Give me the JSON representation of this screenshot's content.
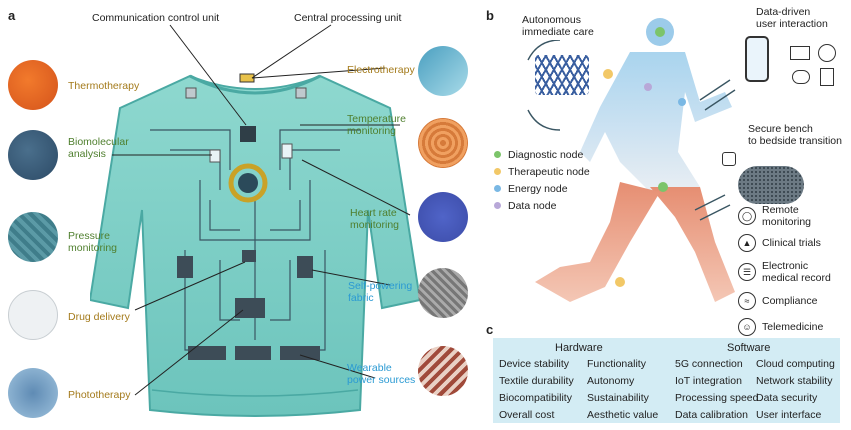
{
  "panels": {
    "a": "a",
    "b": "b",
    "c": "c"
  },
  "panel_a": {
    "top_labels": {
      "communication": "Communication control unit",
      "cpu": "Central processing unit"
    },
    "left_labels": {
      "thermotherapy": "Thermotherapy",
      "biomolecular_1": "Biomolecular",
      "biomolecular_2": "analysis",
      "pressure_1": "Pressure",
      "pressure_2": "monitoring",
      "drug": "Drug delivery",
      "photo": "Phototherapy"
    },
    "right_labels": {
      "electro": "Electrotherapy",
      "temp_1": "Temperature",
      "temp_2": "monitoring",
      "heart_1": "Heart rate",
      "heart_2": "monitoring",
      "selfpow_1": "Self-powering",
      "selfpow_2": "fabric",
      "wear_1": "Wearable",
      "wear_2": "power sources"
    },
    "colors": {
      "shirt": "#7fcfc6",
      "shirt_edge": "#4aa9a3",
      "circuit": "#3a5663",
      "label_olive": "#a47b1c",
      "label_green": "#4f7f2e",
      "label_blue": "#2b9ad3"
    }
  },
  "panel_b": {
    "care_1": "Autonomous",
    "care_2": "immediate care",
    "data_1": "Data-driven",
    "data_2": "user interaction",
    "secure_1": "Secure bench",
    "secure_2": "to bedside transition",
    "legend": [
      {
        "label": "Diagnostic node",
        "color": "#7cc46a"
      },
      {
        "label": "Therapeutic node",
        "color": "#f2c867"
      },
      {
        "label": "Energy node",
        "color": "#7ab8e4"
      },
      {
        "label": "Data node",
        "color": "#b8a8d8"
      }
    ],
    "services": [
      {
        "line1": "Remote",
        "line2": "monitoring",
        "icon": "stethoscope-icon"
      },
      {
        "line1": "Clinical trials",
        "line2": "",
        "icon": "microscope-icon"
      },
      {
        "line1": "Electronic",
        "line2": "medical record",
        "icon": "record-icon"
      },
      {
        "line1": "Compliance",
        "line2": "",
        "icon": "handshake-icon"
      },
      {
        "line1": "Telemedicine",
        "line2": "",
        "icon": "people-icon"
      }
    ]
  },
  "panel_c": {
    "hardware_title": "Hardware",
    "software_title": "Software",
    "hardware_left": [
      "Device stability",
      "Textile durability",
      "Biocompatibility",
      "Overall cost"
    ],
    "hardware_right": [
      "Functionality",
      "Autonomy",
      "Sustainability",
      "Aesthetic value"
    ],
    "software_left": [
      "5G connection",
      "IoT integration",
      "Processing speed",
      "Data calibration"
    ],
    "software_right": [
      "Cloud computing",
      "Network stability",
      "Data security",
      "User interface"
    ],
    "bg_color": "#d3ecf4"
  }
}
